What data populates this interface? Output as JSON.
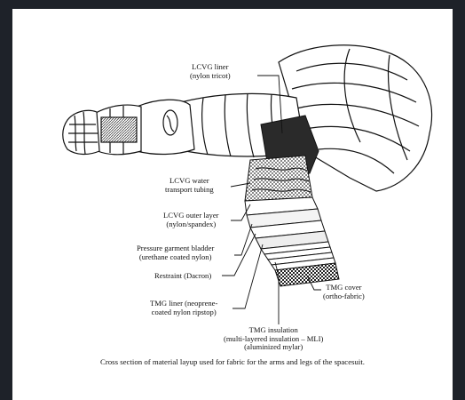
{
  "labels": {
    "lcvg_liner": [
      "LCVG liner",
      "(nylon tricot)"
    ],
    "lcvg_water": [
      "LCVG water",
      "transport tubing"
    ],
    "lcvg_outer": [
      "LCVG outer layer",
      "(nylon/spandex)"
    ],
    "bladder": [
      "Pressure garment bladder",
      "(urethane coated nylon)"
    ],
    "restraint": [
      "Restraint (Dacron)"
    ],
    "tmg_liner": [
      "TMG liner (neoprene-",
      "coated nylon ripstop)"
    ],
    "tmg_insulation": [
      "TMG insulation",
      "(multi-layered insulation – MLI)",
      "(aluminized mylar)"
    ],
    "tmg_cover": [
      "TMG cover",
      "(ortho-fabric)"
    ]
  },
  "caption": "Cross section of material layup used for fabric for the arms and legs of the spacesuit."
}
